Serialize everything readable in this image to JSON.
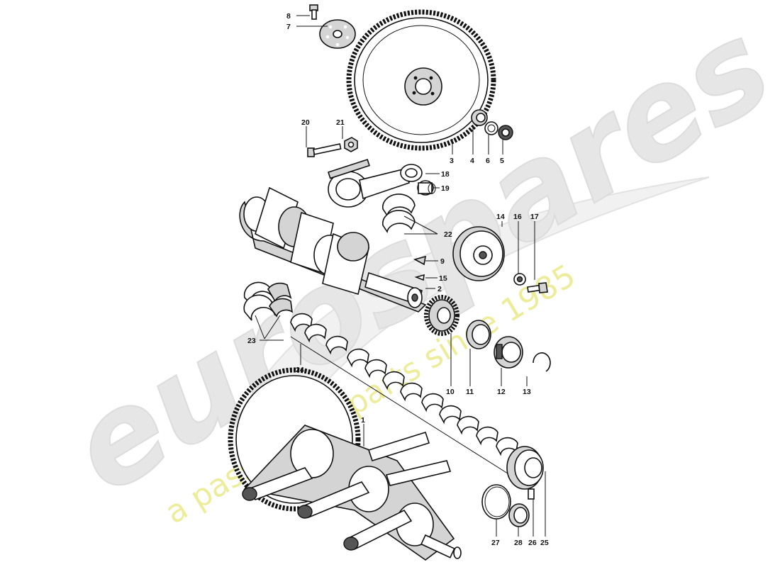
{
  "watermark": {
    "brand": "eurospares",
    "tagline": "a passion for parts since 1985",
    "brand_color": "#e6e6e6",
    "tagline_color": "#ecec9a"
  },
  "callouts": {
    "c1": "1",
    "c2": "2",
    "c3": "3",
    "c4": "4",
    "c5": "5",
    "c6": "6",
    "c7": "7",
    "c8": "8",
    "c9": "9",
    "c10": "10",
    "c11": "11",
    "c12": "12",
    "c13": "13",
    "c14": "14",
    "c15": "15",
    "c16": "16",
    "c17": "17",
    "c18": "18",
    "c19": "19",
    "c20": "20",
    "c21": "21",
    "c22": "22",
    "c23": "23",
    "c24": "24",
    "c25": "25",
    "c26": "26",
    "c27": "27",
    "c28": "28"
  }
}
